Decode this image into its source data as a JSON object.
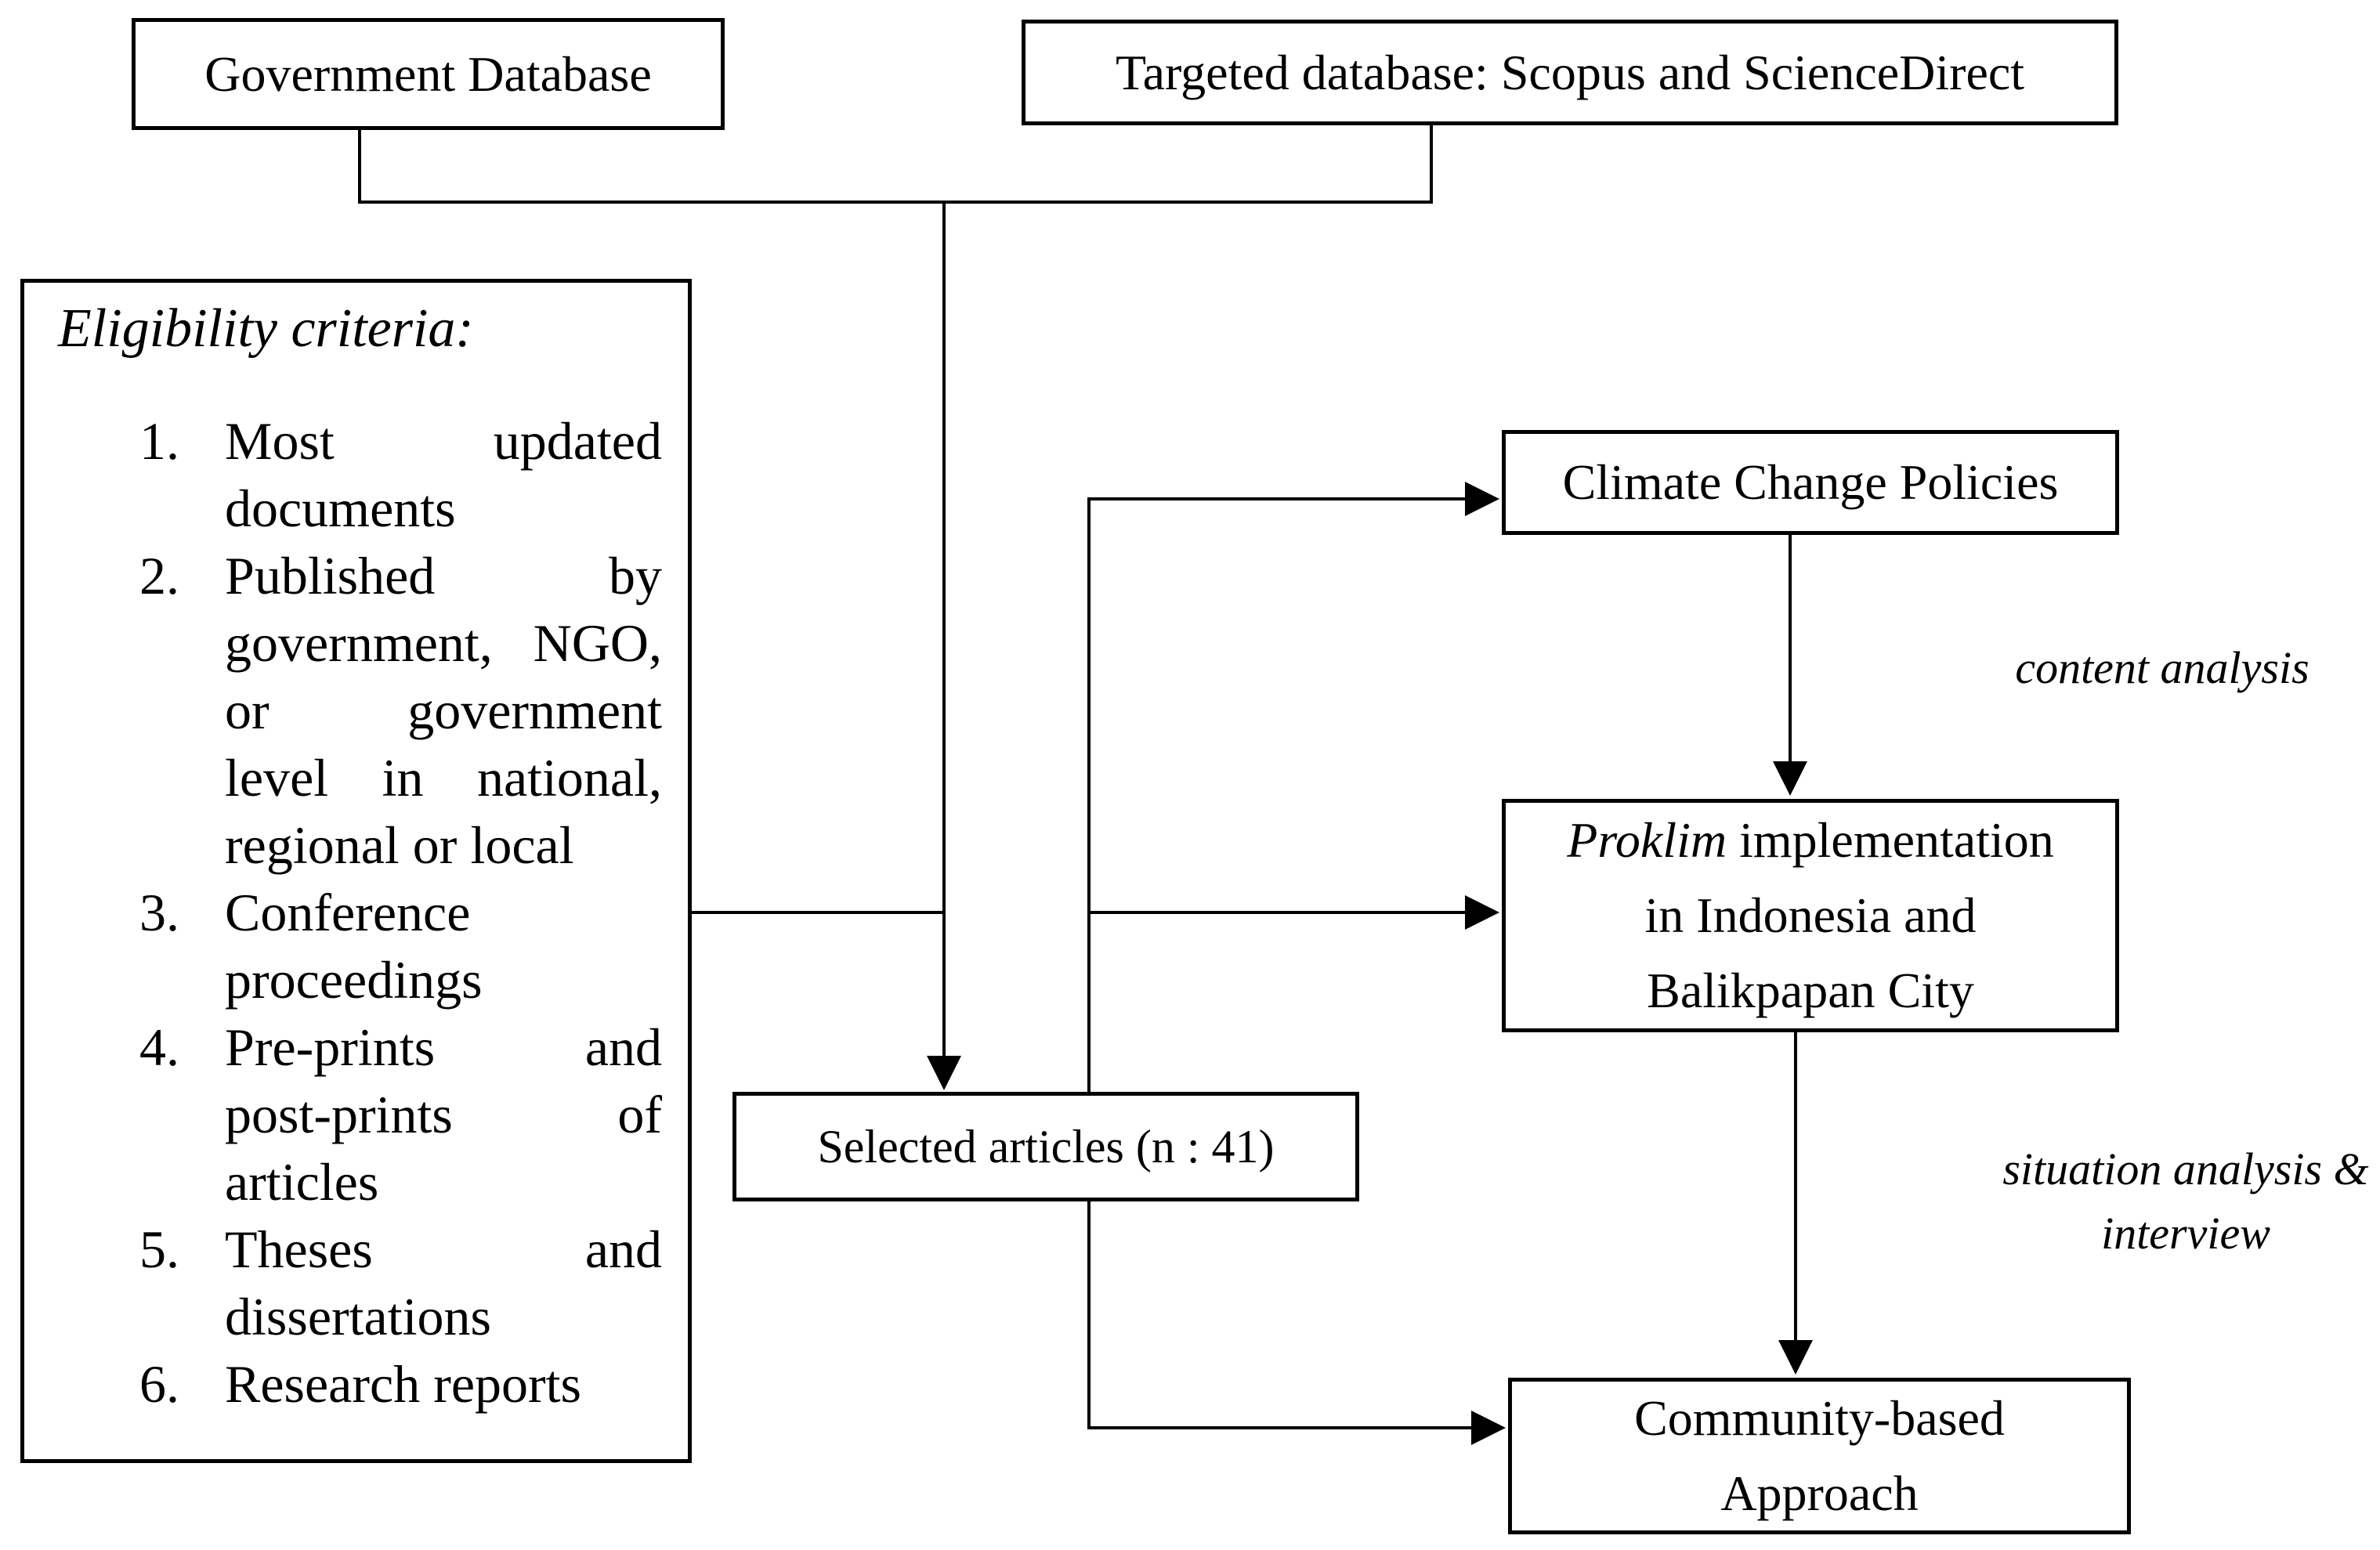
{
  "boxes": {
    "government": {
      "label": "Government Database"
    },
    "targeted": {
      "label": "Targeted database: Scopus and ScienceDirect"
    },
    "selected": {
      "label": "Selected articles (n : 41)"
    },
    "climate": {
      "label": "Climate Change Policies"
    },
    "proklim": {
      "line1_italic": "Proklim",
      "line1_rest": "implementation",
      "line2": "in Indonesia and",
      "line3": "Balikpapan City"
    },
    "community": {
      "line1": "Community-based",
      "line2": "Approach"
    }
  },
  "eligibility": {
    "heading": "Eligibility criteria:",
    "items": [
      {
        "number": "1.",
        "lines": [
          {
            "text": "Most updated",
            "spread": true
          },
          {
            "text": "documents",
            "spread": false
          }
        ]
      },
      {
        "number": "2.",
        "lines": [
          {
            "text": "Published by",
            "spread": true
          },
          {
            "text": "government, NGO,",
            "spread": true
          },
          {
            "text": "or government",
            "spread": true
          },
          {
            "text": "level in national,",
            "spread": true
          },
          {
            "text": "regional or local",
            "spread": false
          }
        ]
      },
      {
        "number": "3.",
        "lines": [
          {
            "text": "Conference",
            "spread": false
          },
          {
            "text": "proceedings",
            "spread": false
          }
        ]
      },
      {
        "number": "4.",
        "lines": [
          {
            "text": "Pre-prints and",
            "spread": true
          },
          {
            "text": "post-prints of",
            "spread": true
          },
          {
            "text": "articles",
            "spread": false
          }
        ]
      },
      {
        "number": "5.",
        "lines": [
          {
            "text": "Theses and",
            "spread": true
          },
          {
            "text": "dissertations",
            "spread": false
          }
        ]
      },
      {
        "number": "6.",
        "lines": [
          {
            "text": "Research reports",
            "spread": false
          }
        ]
      }
    ]
  },
  "annotations": {
    "content_analysis": "content analysis",
    "situation_analysis_line1": "situation analysis &",
    "situation_analysis_line2": "interview"
  },
  "colors": {
    "line": "#000000",
    "text": "#000000",
    "background": "#ffffff"
  }
}
